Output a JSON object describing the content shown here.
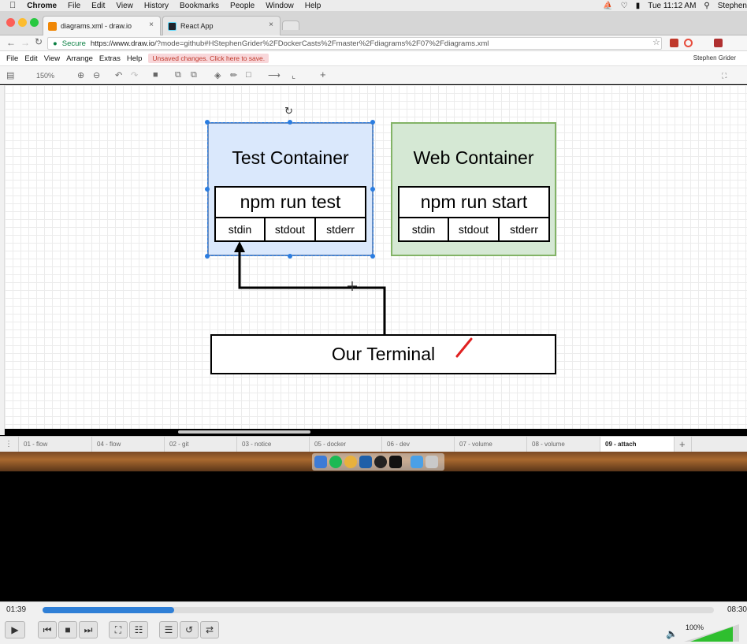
{
  "mac_menu": {
    "app": "Chrome",
    "items": [
      "File",
      "Edit",
      "View",
      "History",
      "Bookmarks",
      "People",
      "Window",
      "Help"
    ],
    "clock": "Tue 11:12 AM",
    "user": "Stephen"
  },
  "browser": {
    "tabs": [
      {
        "label": "diagrams.xml - draw.io",
        "close": "×"
      },
      {
        "label": "React App",
        "close": "×"
      }
    ],
    "secure_label": "Secure",
    "url_host": "https://www.draw.io",
    "url_rest": "/?mode=github#HStephenGrider%2FDockerCasts%2Fmaster%2Fdiagrams%2F07%2Fdiagrams.xml"
  },
  "drawio": {
    "menu": [
      "File",
      "Edit",
      "View",
      "Arrange",
      "Extras",
      "Help"
    ],
    "unsaved_notice": "Unsaved changes. Click here to save.",
    "user": "Stephen Grider",
    "zoom": "150%",
    "diagram": {
      "test_container": {
        "title": "Test Container",
        "command": "npm run test",
        "streams": [
          "stdin",
          "stdout",
          "stderr"
        ]
      },
      "web_container": {
        "title": "Web Container",
        "command": "npm run start",
        "streams": [
          "stdin",
          "stdout",
          "stderr"
        ]
      },
      "terminal": {
        "label": "Our Terminal"
      }
    },
    "pages": [
      "01 - flow",
      "04 - flow",
      "02 - git",
      "03 - notice",
      "05 - docker",
      "06 - dev",
      "07 - volume",
      "08 - volume",
      "09 - attach"
    ],
    "add_page": "+"
  },
  "player": {
    "elapsed": "01:39",
    "total": "08:30",
    "progress_fraction": 0.196,
    "volume": "100%"
  },
  "colors": {
    "test_fill": "#dae8fc",
    "test_stroke": "#6c8ebf",
    "web_fill": "#d5e8d4",
    "web_stroke": "#82b366",
    "selection": "#2a7de1",
    "progress": "#2f7fd6"
  }
}
